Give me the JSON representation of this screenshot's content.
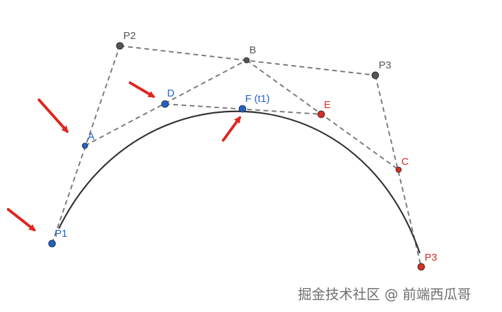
{
  "colors": {
    "gray_point": "#555555",
    "blue_point": "#1f63c6",
    "red_point": "#d42f25",
    "dashed_line": "#7a7a7a",
    "curve": "#333333",
    "arrow": "#e0261f",
    "watermark": "#555555"
  },
  "labels": {
    "p1": "P1",
    "p2": "P2",
    "b": "B",
    "p3_control": "P3",
    "a": "A",
    "d": "D",
    "f": "F (t1)",
    "e": "E",
    "c": "C",
    "p3_end": "P3"
  },
  "watermark": "掘金技术社区 @ 前端西瓜哥"
}
